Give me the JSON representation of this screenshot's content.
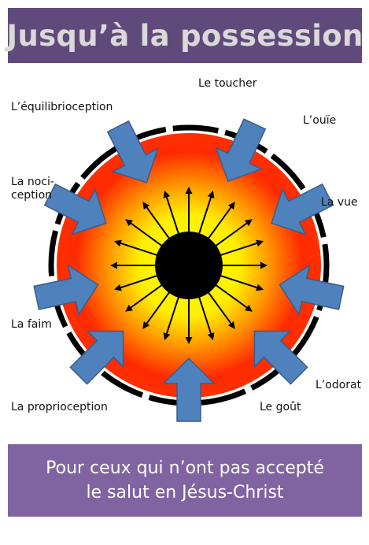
{
  "title": "Jusqu’à la possession",
  "senses": [
    {
      "id": "touch",
      "label": "Le toucher"
    },
    {
      "id": "hearing",
      "label": "L’ouïe"
    },
    {
      "id": "sight",
      "label": "La vue"
    },
    {
      "id": "smell",
      "label": "L’odorat"
    },
    {
      "id": "taste",
      "label": "Le goût"
    },
    {
      "id": "proprioception",
      "label": "La proprioception"
    },
    {
      "id": "hunger",
      "label": "La faim"
    },
    {
      "id": "nociception",
      "label": "La noci-\nception"
    },
    {
      "id": "equilibrioception",
      "label": "L’équilibrioception"
    }
  ],
  "footer": {
    "line1": "Pour ceux qui n’ont pas accepté",
    "line2": "le salut en Jésus-Christ"
  },
  "colors": {
    "title_banner": "#604a7b",
    "title_text": "#d9d9d9",
    "footer_banner": "#8064a2",
    "arrow_fill": "#4f81bd",
    "arrow_stroke": "#385d8a",
    "sphere_outer": "#ff0000",
    "sphere_inner": "#ffff00",
    "core": "#000000"
  }
}
